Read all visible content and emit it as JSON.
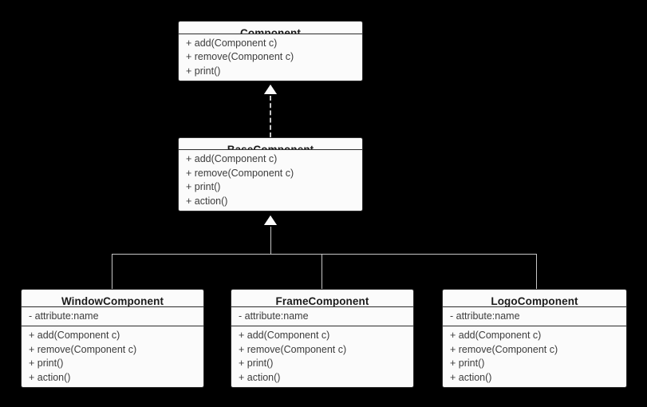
{
  "diagram": {
    "type": "uml-class-diagram",
    "background_color": "#000000",
    "box_fill_color": "#fbfbfb",
    "box_border_color": "#2b2b2b",
    "connector_color": "#c6c6c6",
    "classes": [
      {
        "id": "component",
        "name": "Component",
        "stereotype": "interface",
        "attributes": [],
        "methods": [
          "+ add(Component c)",
          "+ remove(Component c)",
          "+ print()"
        ]
      },
      {
        "id": "base-component",
        "name": "BaseComponent",
        "stereotype": "class",
        "attributes": [],
        "methods": [
          "+ add(Component c)",
          "+ remove(Component c)",
          "+ print()",
          "+ action()"
        ]
      },
      {
        "id": "window-component",
        "name": "WindowComponent",
        "stereotype": "class",
        "attributes": [
          "- attribute:name"
        ],
        "methods": [
          "+ add(Component c)",
          "+ remove(Component c)",
          "+ print()",
          "+ action()"
        ]
      },
      {
        "id": "frame-component",
        "name": "FrameComponent",
        "stereotype": "class",
        "attributes": [
          "- attribute:name"
        ],
        "methods": [
          "+ add(Component c)",
          "+ remove(Component c)",
          "+ print()",
          "+ action()"
        ]
      },
      {
        "id": "logo-component",
        "name": "LogoComponent",
        "stereotype": "class",
        "attributes": [
          "- attribute:name"
        ],
        "methods": [
          "+ add(Component c)",
          "+ remove(Component c)",
          "+ print()",
          "+ action()"
        ]
      }
    ],
    "relationships": [
      {
        "id": "rel-realization",
        "kind": "realization",
        "line_style": "dashed",
        "arrow_head": "hollow-triangle",
        "from": "BaseComponent",
        "to": "Component"
      },
      {
        "id": "rel-generalization-window",
        "kind": "generalization",
        "line_style": "solid",
        "arrow_head": "hollow-triangle",
        "from": "WindowComponent",
        "to": "BaseComponent"
      },
      {
        "id": "rel-generalization-frame",
        "kind": "generalization",
        "line_style": "solid",
        "arrow_head": "hollow-triangle",
        "from": "FrameComponent",
        "to": "BaseComponent"
      },
      {
        "id": "rel-generalization-logo",
        "kind": "generalization",
        "line_style": "solid",
        "arrow_head": "hollow-triangle",
        "from": "LogoComponent",
        "to": "BaseComponent"
      }
    ]
  }
}
